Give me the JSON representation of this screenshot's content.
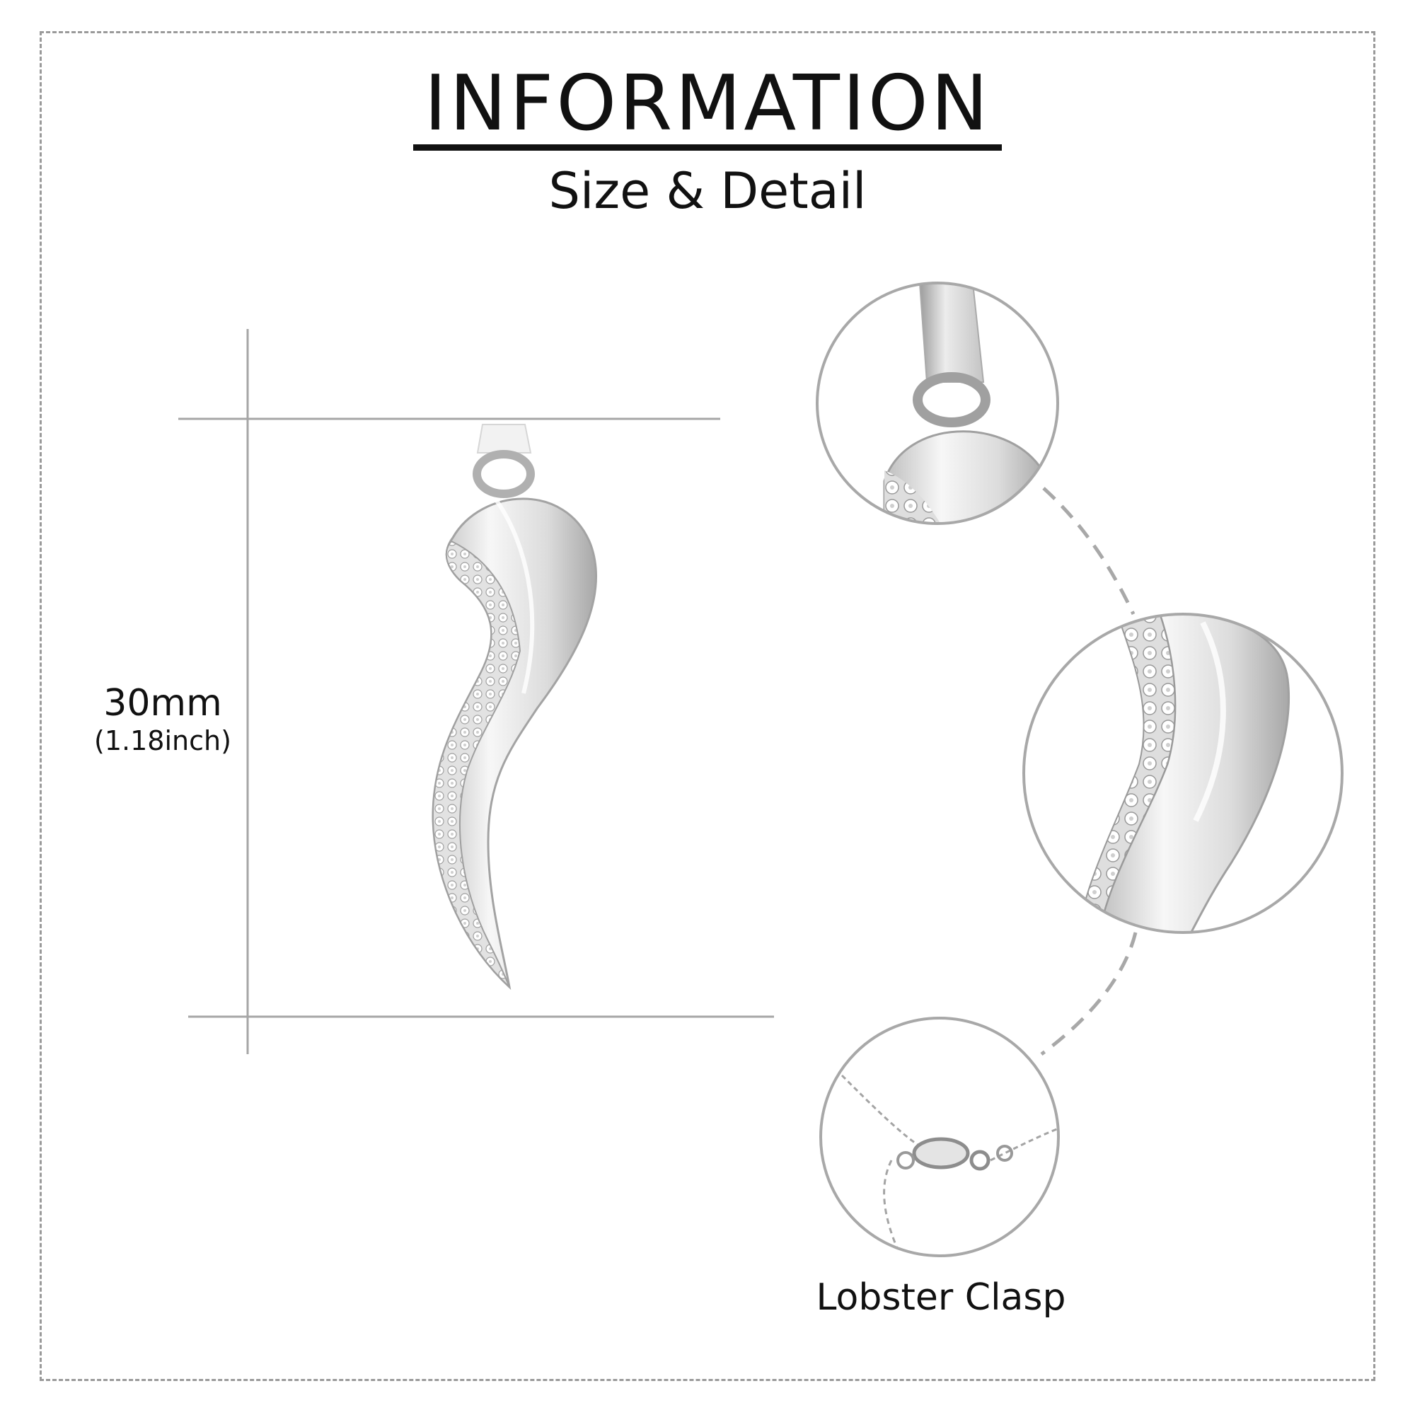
{
  "header": {
    "title": "INFORMATION",
    "subtitle": "Size & Detail"
  },
  "dimension": {
    "metric": "30mm",
    "imperial": "(1.18inch)"
  },
  "detail_callouts": [
    {
      "icon": "bail-closeup-icon"
    },
    {
      "icon": "stone-setting-closeup-icon"
    },
    {
      "icon": "lobster-clasp-closeup-icon",
      "label": "Lobster Clasp"
    }
  ],
  "product": {
    "icon": "horn-pendant-icon"
  },
  "colors": {
    "frame": "#9a9a9a",
    "metal_light": "#f4f4f4",
    "metal_mid": "#d2d2d2",
    "metal_dark": "#9a9a9a",
    "guide_lines": "#a6a6a6"
  }
}
